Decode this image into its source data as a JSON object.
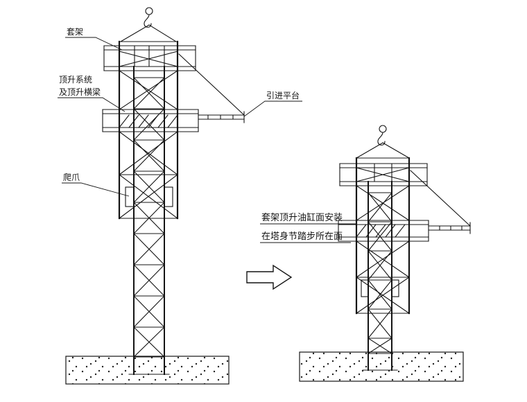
{
  "page": {
    "background": "#ffffff",
    "line_color": "#141414"
  },
  "icons": {
    "crane_hook_left": "crane-hook",
    "crane_hook_right": "crane-hook",
    "transform_arrow": "right-arrow"
  },
  "labels": {
    "sleeve_frame": "套架",
    "jacking_system_line1": "顶升系统",
    "jacking_system_line2": "及顶升横梁",
    "intro_platform": "引进平台",
    "climbing_claw": "爬爪",
    "note_line1": "套架顶升油缸面安装",
    "note_line2": "在塔身节踏步所在面"
  }
}
